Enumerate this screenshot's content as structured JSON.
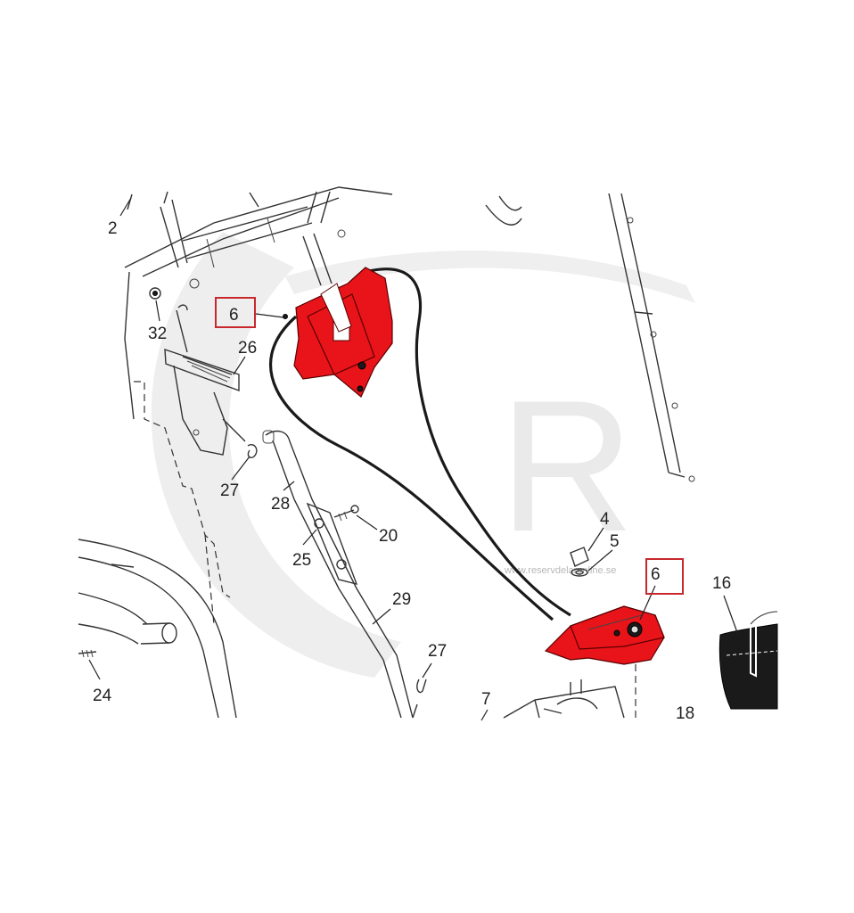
{
  "diagram": {
    "parts": [
      {
        "id": "p2",
        "label": "2"
      },
      {
        "id": "p32",
        "label": "32"
      },
      {
        "id": "p6a",
        "label": "6"
      },
      {
        "id": "p26",
        "label": "26"
      },
      {
        "id": "p27a",
        "label": "27"
      },
      {
        "id": "p28",
        "label": "28"
      },
      {
        "id": "p20",
        "label": "20"
      },
      {
        "id": "p25",
        "label": "25"
      },
      {
        "id": "p29",
        "label": "29"
      },
      {
        "id": "p27b",
        "label": "27"
      },
      {
        "id": "p24",
        "label": "24"
      },
      {
        "id": "p4",
        "label": "4"
      },
      {
        "id": "p5",
        "label": "5"
      },
      {
        "id": "p6b",
        "label": "6"
      },
      {
        "id": "p7",
        "label": "7"
      },
      {
        "id": "p16",
        "label": "16"
      },
      {
        "id": "p18",
        "label": "18"
      }
    ],
    "highlighted_parts": [
      "6"
    ],
    "colors": {
      "highlight_part": "#e8141a",
      "highlight_box": "#c8282d",
      "line_art": "#333333",
      "watermark": "#eeeeee"
    }
  },
  "watermark": {
    "text": "www.reservdelaronline.se",
    "logo_letter": "R"
  }
}
